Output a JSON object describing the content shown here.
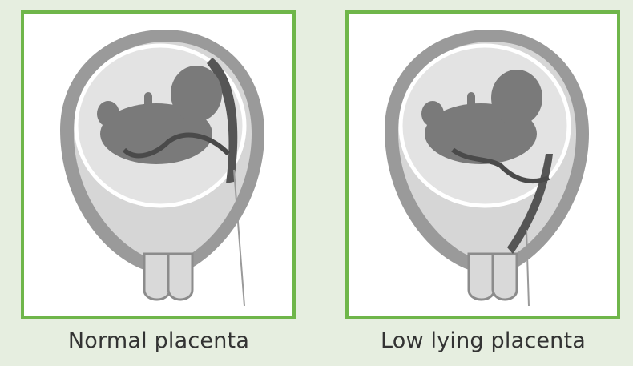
{
  "panels": [
    {
      "id": "normal",
      "caption": "Normal placenta"
    },
    {
      "id": "low",
      "caption": "Low lying placenta"
    }
  ],
  "colors": {
    "background": "#e6eee0",
    "border": "#6fb64a",
    "uterus_wall": "#8c8c8c",
    "uterus_inner": "#d9d9d9",
    "fetus": "#6e6e6e",
    "placenta": "#4a4a4a",
    "caption_text": "#333333"
  },
  "icons": [
    "uterus-illustration",
    "fetus-illustration",
    "placenta-shape",
    "umbilical-cord"
  ]
}
